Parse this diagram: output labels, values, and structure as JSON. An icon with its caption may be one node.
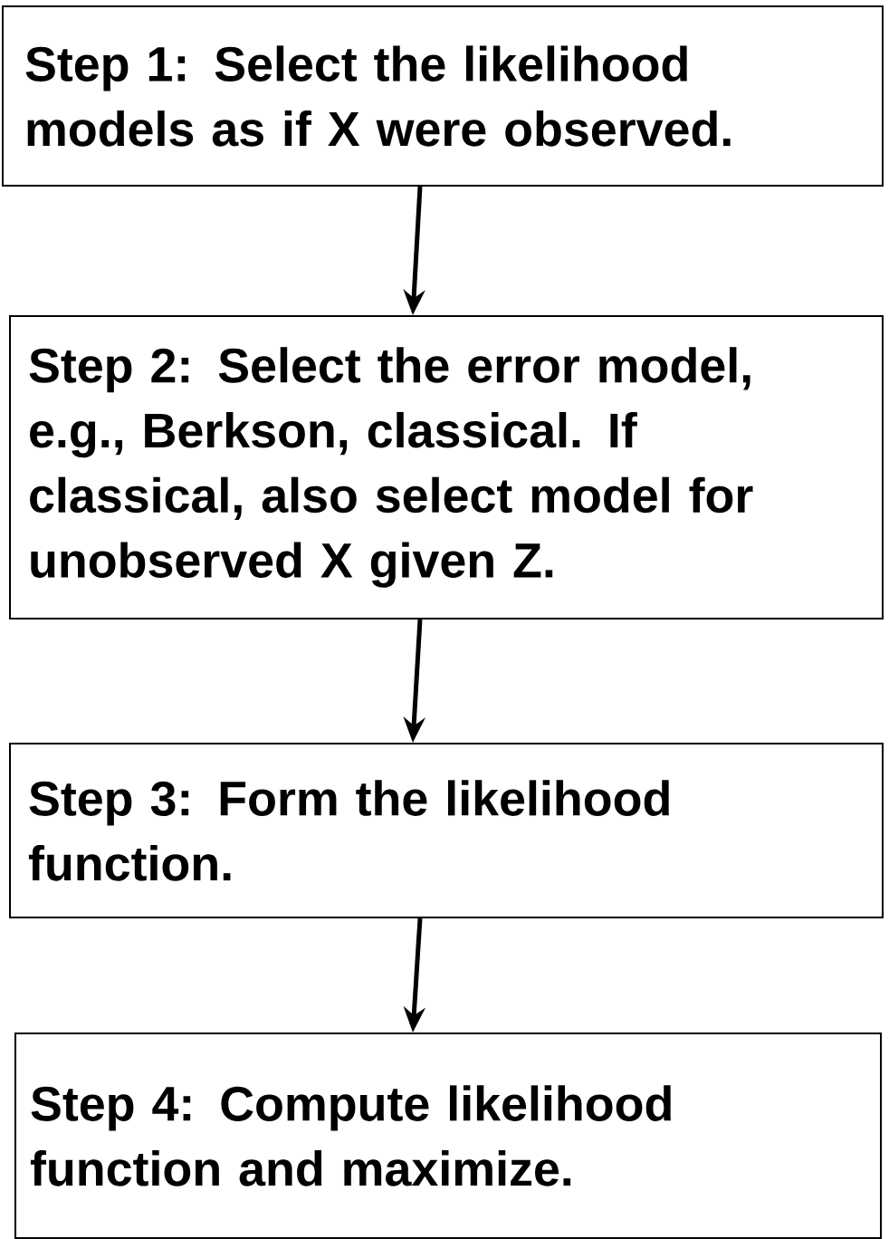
{
  "diagram": {
    "nodes": [
      {
        "text": [
          "Step 1: Select the likelihood models as if X were observed."
        ]
      },
      {
        "text": [
          "Step 2: Select the error model, e.g., Berkson, classical. If classical, also select model for unobserved X given Z."
        ]
      },
      {
        "text": [
          "Step 3: Form the likelihood function."
        ]
      },
      {
        "text": [
          "Step 4: Compute likelihood function and maximize."
        ]
      }
    ],
    "edges": [
      {
        "from": 0,
        "to": 1,
        "arrow": "to"
      },
      {
        "from": 1,
        "to": 2,
        "arrow": "to"
      },
      {
        "from": 2,
        "to": 3,
        "arrow": "to"
      }
    ]
  }
}
